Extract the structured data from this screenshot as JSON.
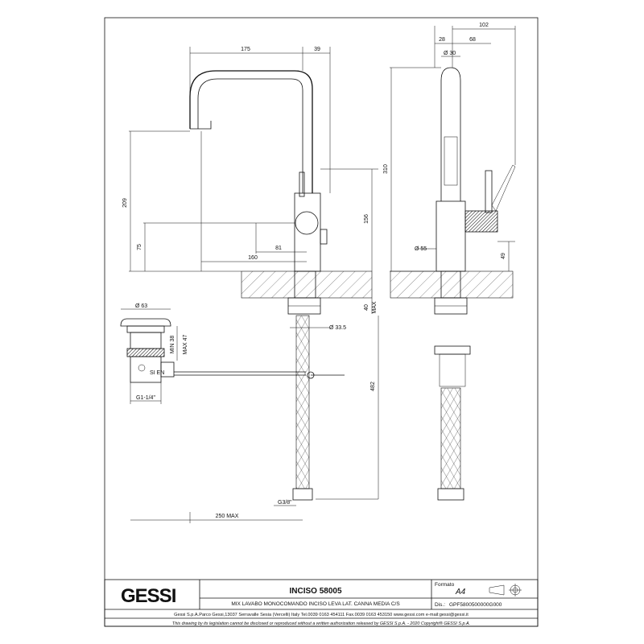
{
  "title_block": {
    "logo_text": "GESSI",
    "product_title": "INCISO 58005",
    "description": "MIX LAVABO MONOCOMANDO INCISO LEVA LAT. CANNA MEDIA C/S",
    "formato_label": "Formato",
    "formato_value": "A4",
    "dis_label": "Dis.:",
    "dis_value": "GPF5800500000G000",
    "company_line": "Gessi S.p.A.Parco Gessi,13037 Serravalle Sesia (Vercelli) Italy Tel.0039 0163 454111 Fax.0039 0163 453150 www.gessi.com e-mail:gessi@gessi.it",
    "legal_line": "This drawing by its legislation cannot be disclosed or reproduced without a written authorization released by GESSI S.p.A. - 2020 Copyright® GESSI S.p.A."
  },
  "front_view": {
    "dim_175": "175",
    "dim_39": "39",
    "dim_209": "209",
    "dim_75": "75",
    "dim_81": "81",
    "dim_160": "160",
    "dim_156": "156",
    "dim_40_max": "40",
    "dim_max": "MAX",
    "dim_33_5": "Ø 33.5",
    "dim_482": "482",
    "dim_g38": "G3/8\"",
    "dim_250_max": "250 MAX"
  },
  "side_view": {
    "dim_102": "102",
    "dim_28": "28",
    "dim_68": "68",
    "dim_30": "Ø 30",
    "dim_310": "310",
    "dim_55": "Ø 55",
    "dim_49": "49"
  },
  "drain_view": {
    "dim_63": "Ø 63",
    "dim_min38": "MIN 38",
    "dim_max47": "MAX 47",
    "dim_g114": "G1-1/4\"",
    "marking": "SI EN"
  }
}
